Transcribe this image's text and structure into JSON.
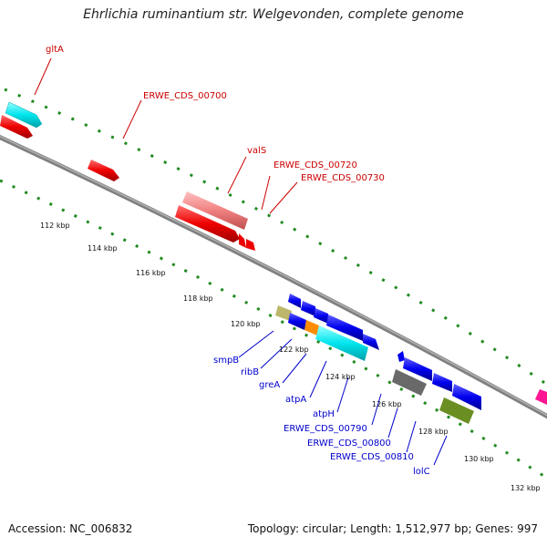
{
  "title": "Ehrlichia ruminantium str. Welgevonden, complete genome",
  "footer": {
    "accession": "Accession: NC_006832",
    "topology": "Topology: circular; Length: 1,512,977 bp; Genes: 997"
  },
  "tick_labels": [
    "112 kbp",
    "114 kbp",
    "116 kbp",
    "118 kbp",
    "120 kbp",
    "122 kbp",
    "124 kbp",
    "126 kbp",
    "128 kbp",
    "130 kbp",
    "132 kbp"
  ],
  "gene_labels": {
    "gltA": "gltA",
    "cds700": "ERWE_CDS_00700",
    "valS": "valS",
    "cds720": "ERWE_CDS_00720",
    "cds730": "ERWE_CDS_00730",
    "smpB": "smpB",
    "ribB": "ribB",
    "greA": "greA",
    "atpA": "atpA",
    "atpH": "atpH",
    "cds790": "ERWE_CDS_00790",
    "cds800": "ERWE_CDS_00800",
    "cds810": "ERWE_CDS_00810",
    "lolC": "lolC"
  },
  "colors": {
    "backbone": "#808080",
    "tick": "#228b22",
    "label_red": "#cc0000",
    "label_blue": "#0000cc",
    "gene_red": "#ee0000",
    "gene_pink": "#f08080",
    "gene_cyan": "#00e5ee",
    "gene_blue": "#0000ee",
    "gene_khaki": "#bdb76b",
    "gene_orange": "#ff8c00",
    "gene_gray": "#696969",
    "gene_olive": "#6b8e23",
    "gene_magenta": "#ff1493"
  }
}
